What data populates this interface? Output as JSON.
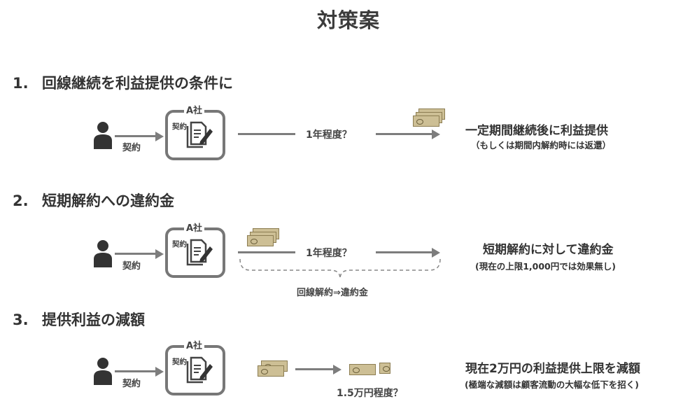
{
  "title": "対策案",
  "sections": [
    {
      "num": "1.",
      "heading": "回線継続を利益提供の条件に",
      "company": "A社",
      "doc_label": "契約",
      "user_label": "契約",
      "mid_label": "1年程度？",
      "result_main": "一定期間継続後に利益提供",
      "result_sub": "（もしくは期間内解約時には返還）"
    },
    {
      "num": "2.",
      "heading": "短期解約への違約金",
      "company": "A社",
      "doc_label": "契約",
      "user_label": "契約",
      "mid_label": "1年程度？",
      "brace_label": "回線解約⇒違約金",
      "result_main": "短期解約に対して違約金",
      "result_sub": "(現在の上限1,000円では効果無し)"
    },
    {
      "num": "3.",
      "heading": "提供利益の減額",
      "company": "A社",
      "doc_label": "契約",
      "user_label": "契約",
      "amount_label": "1.5万円程度？",
      "result_main": "現在2万円の利益提供上限を減額",
      "result_sub": "(極端な減額は顧客流動の大幅な低下を招く)"
    }
  ],
  "colors": {
    "line": "#7d7d7d",
    "box_border": "#777777",
    "person": "#333333",
    "bill": "#cdbf95"
  },
  "icons": [
    "person-icon",
    "document-pen-icon",
    "banknote-icon",
    "arrow-right-icon"
  ]
}
